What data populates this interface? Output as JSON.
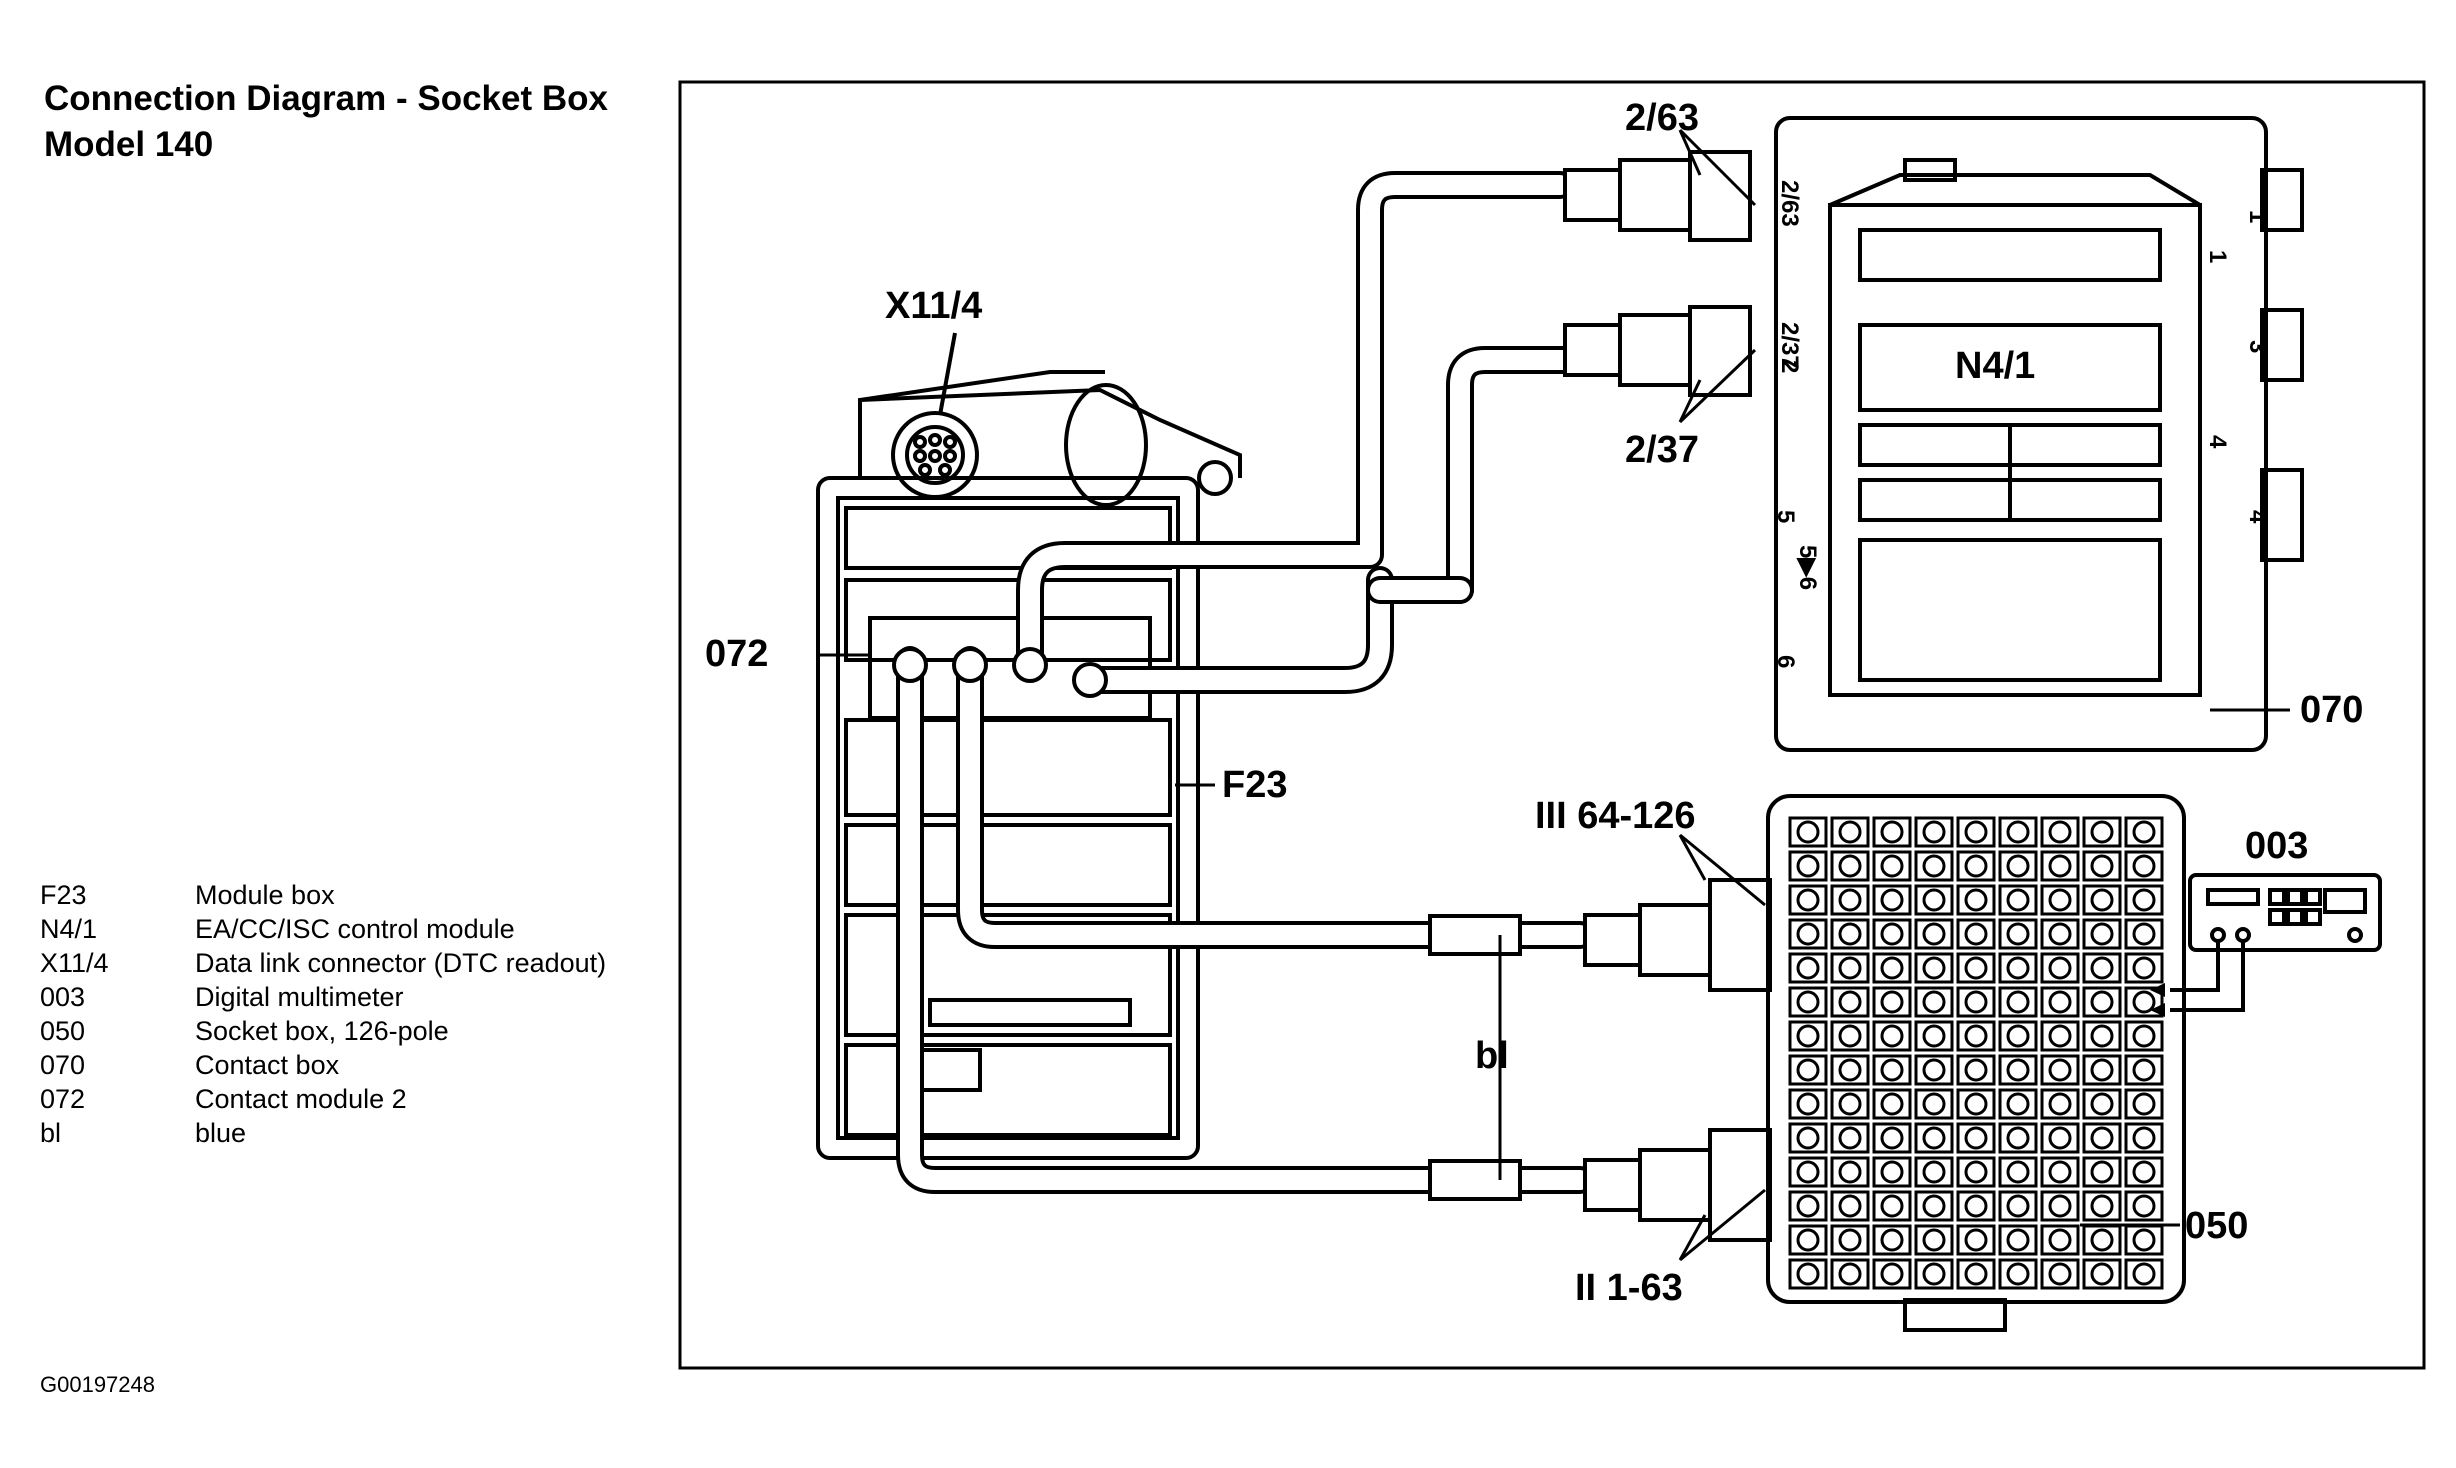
{
  "title": {
    "line1": "Connection Diagram - Socket Box",
    "line2": "Model 140"
  },
  "legend": [
    {
      "code": "F23",
      "desc": "Module box"
    },
    {
      "code": "N4/1",
      "desc": "EA/CC/ISC control module"
    },
    {
      "code": "X11/4",
      "desc": "Data link connector (DTC readout)"
    },
    {
      "code": "003",
      "desc": "Digital multimeter"
    },
    {
      "code": "050",
      "desc": "Socket box, 126-pole"
    },
    {
      "code": "070",
      "desc": "Contact box"
    },
    {
      "code": "072",
      "desc": "Contact module 2"
    },
    {
      "code": "bl",
      "desc": "blue"
    }
  ],
  "footer": "G00197248",
  "labels": {
    "x11_4": "X11/4",
    "l072": "072",
    "f23": "F23",
    "c2_63": "2/63",
    "c2_37": "2/37",
    "n4_1": "N4/1",
    "l070": "070",
    "iii_64_126": "III 64-126",
    "ii_1_63": "II 1-63",
    "l050": "050",
    "l003": "003",
    "bl": "bl",
    "side_2_63": "2/63",
    "side_2_37": "2/37",
    "side_2": "2",
    "num_1a": "1",
    "num_1b": "1",
    "num_3a": "3",
    "num_3b": "3",
    "num_4a": "4",
    "num_4b": "4",
    "num_5": "5",
    "num_5_6": "5▶6",
    "num_6": "6"
  }
}
